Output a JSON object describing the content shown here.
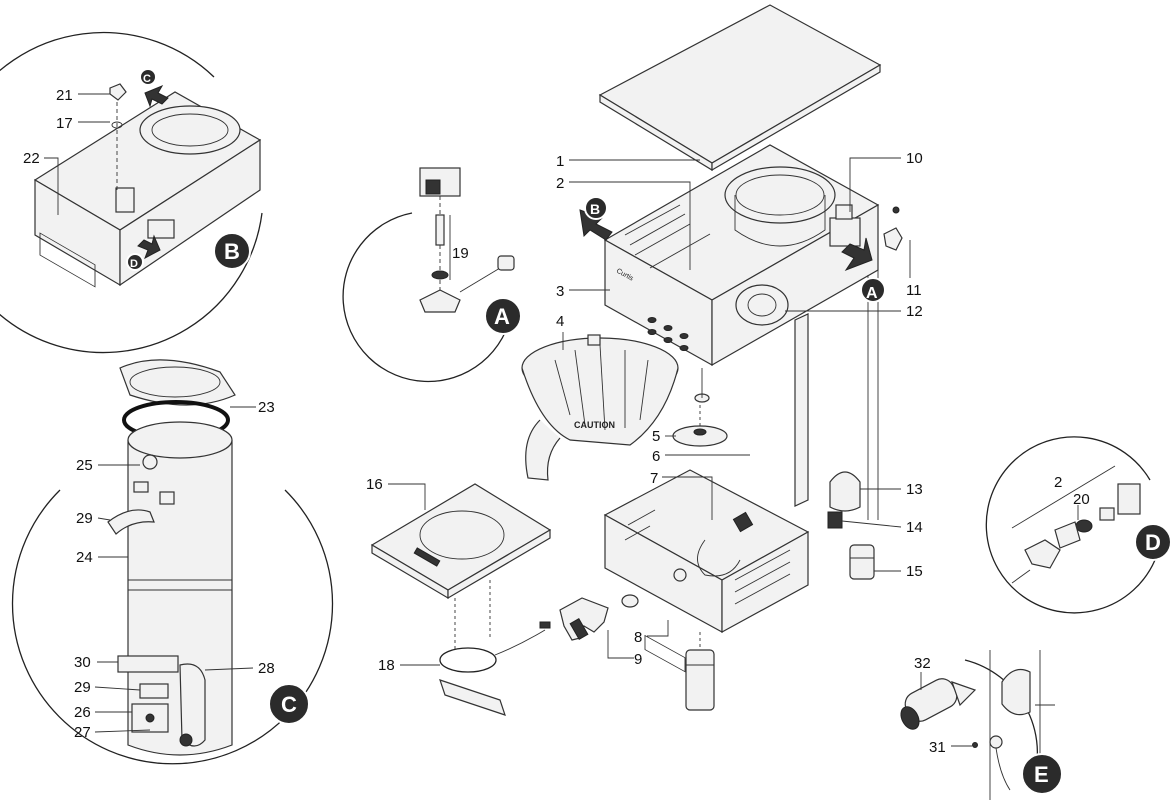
{
  "callouts": [
    "1",
    "2",
    "3",
    "4",
    "5",
    "6",
    "7",
    "8",
    "9",
    "10",
    "11",
    "12",
    "13",
    "14",
    "15",
    "16",
    "17",
    "18",
    "19",
    "20",
    "21",
    "22",
    "23",
    "24",
    "25",
    "26",
    "27",
    "28",
    "29",
    "30",
    "31",
    "32"
  ],
  "callout_extra": {
    "29b": "29",
    "2d": "2"
  },
  "detail_labels": {
    "A": "A",
    "B": "B",
    "C": "C",
    "D": "D",
    "E": "E"
  },
  "decanter_text": {
    "caution": "CAUTION"
  }
}
